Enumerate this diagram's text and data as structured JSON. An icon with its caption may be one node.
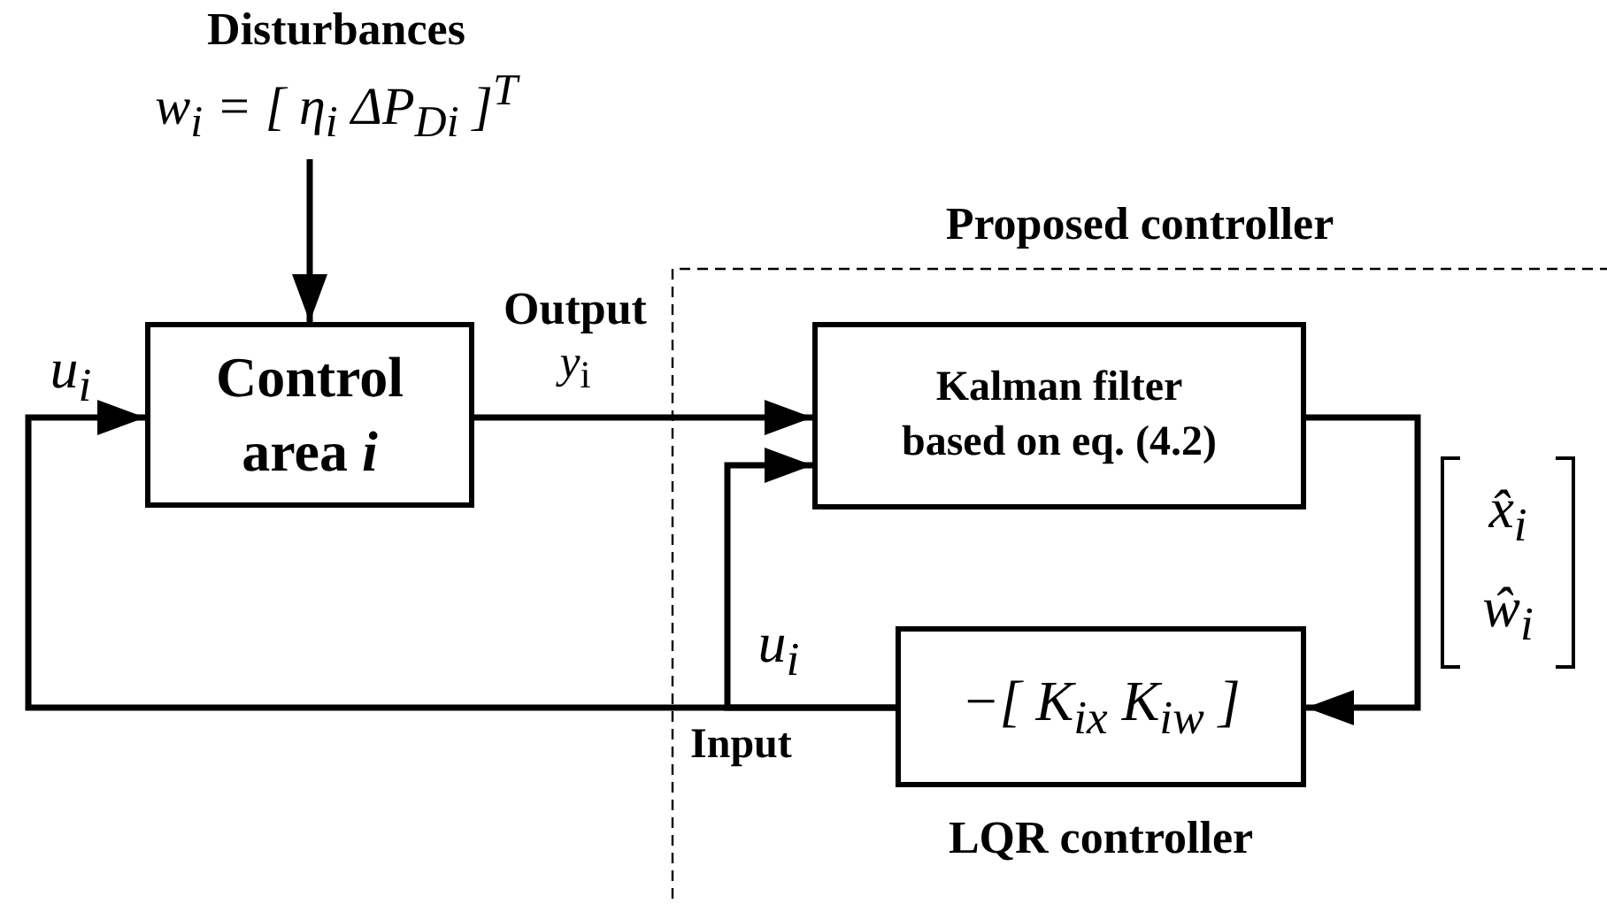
{
  "diagram": {
    "nodes": [
      {
        "text": [
          "Disturbances",
          "w$_{i}$ = [ η$_{i}$ ΔP$_{Di}$ ]$^{T}$"
        ]
      },
      {
        "text": [
          "Control area *i*"
        ]
      },
      {
        "text": [
          "Proposed controller"
        ]
      },
      {
        "text": [
          "Kalman filter based on eq. (4.2)"
        ],
        "in": 2
      },
      {
        "text": [
          "−[ K$_{ix}$ K$_{iw}$ ]"
        ],
        "in": 2,
        "beside": [
          "LQR controller"
        ]
      }
    ],
    "edges": [
      {
        "from": 0,
        "to": 1,
        "arrow": "to"
      },
      {
        "from": 1,
        "to": 3,
        "arrow": "to",
        "label": "**Output** *y*$_{i}$"
      },
      {
        "from": 3,
        "to": 4,
        "arrow": "to",
        "label": "x̂$_{i}$ ŵ$_{i}$"
      },
      {
        "from": 4,
        "to": 1,
        "arrow": "to",
        "label": "u$_{i}$"
      },
      {
        "from": 4,
        "to": 3,
        "arrow": "to",
        "label": "u$_{i}$"
      }
    ],
    "labels": [
      "Input"
    ]
  }
}
